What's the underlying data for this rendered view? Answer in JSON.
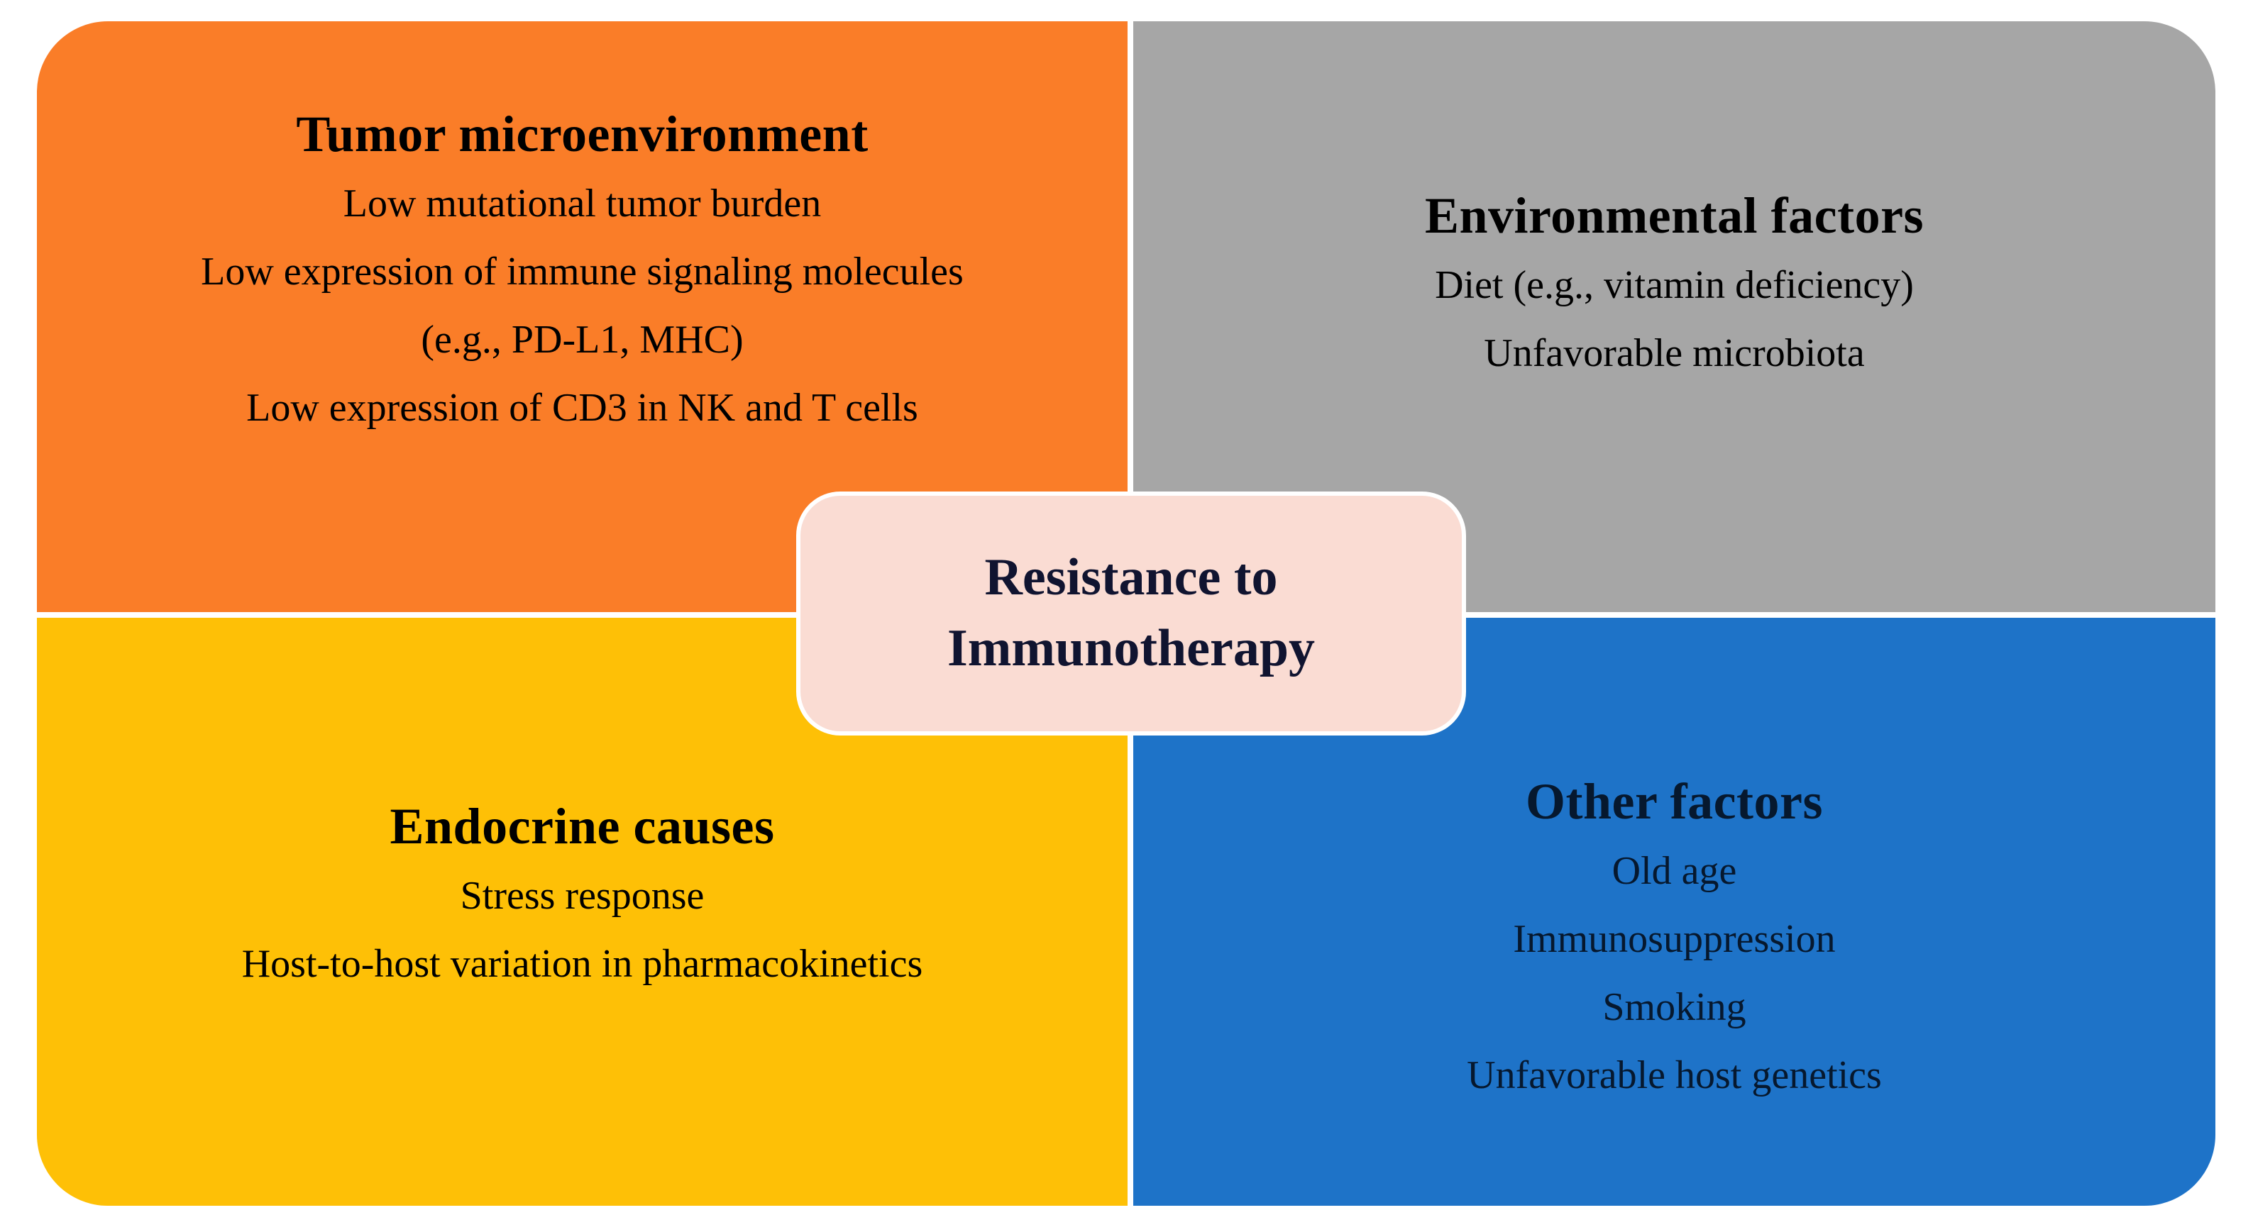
{
  "figure": {
    "title_semantic": "Factors contributing to resistance to immunotherapy",
    "center_label": {
      "line1": "Resistance to",
      "line2": "Immunotherapy"
    },
    "quadrants": [
      {
        "id": "tumor-microenvironment",
        "position": "top-left",
        "color": "#FA7D28",
        "title": "Tumor microenvironment",
        "items": [
          "Low mutational tumor burden",
          "Low expression of immune signaling molecules",
          "(e.g., PD-L1, MHC)",
          "Low expression of CD3 in NK and T cells"
        ]
      },
      {
        "id": "environmental-factors",
        "position": "top-right",
        "color": "#A6A6A6",
        "title": "Environmental factors",
        "items": [
          "Diet (e.g., vitamin deficiency)",
          "Unfavorable microbiota"
        ]
      },
      {
        "id": "endocrine-causes",
        "position": "bottom-left",
        "color": "#FEC006",
        "title": "Endocrine causes",
        "items": [
          "Stress response",
          "Host-to-host variation in pharmacokinetics"
        ]
      },
      {
        "id": "other-factors",
        "position": "bottom-right",
        "color": "#1E73C8",
        "title": "Other factors",
        "items": [
          "Old age",
          "Immunosuppression",
          "Smoking",
          "Unfavorable host genetics"
        ]
      }
    ],
    "colors": {
      "canvas_background": "#FFFFFF",
      "gutter": "#FFFFFF",
      "orange_quadrant": "#FA7D28",
      "gray_quadrant": "#A6A6A6",
      "yellow_quadrant": "#FEC006",
      "blue_quadrant": "#1E73C8",
      "center_box_background": "#FADCD3",
      "center_box_border": "#FFFFFF",
      "center_text": "#101430",
      "body_text": "#000000"
    }
  }
}
